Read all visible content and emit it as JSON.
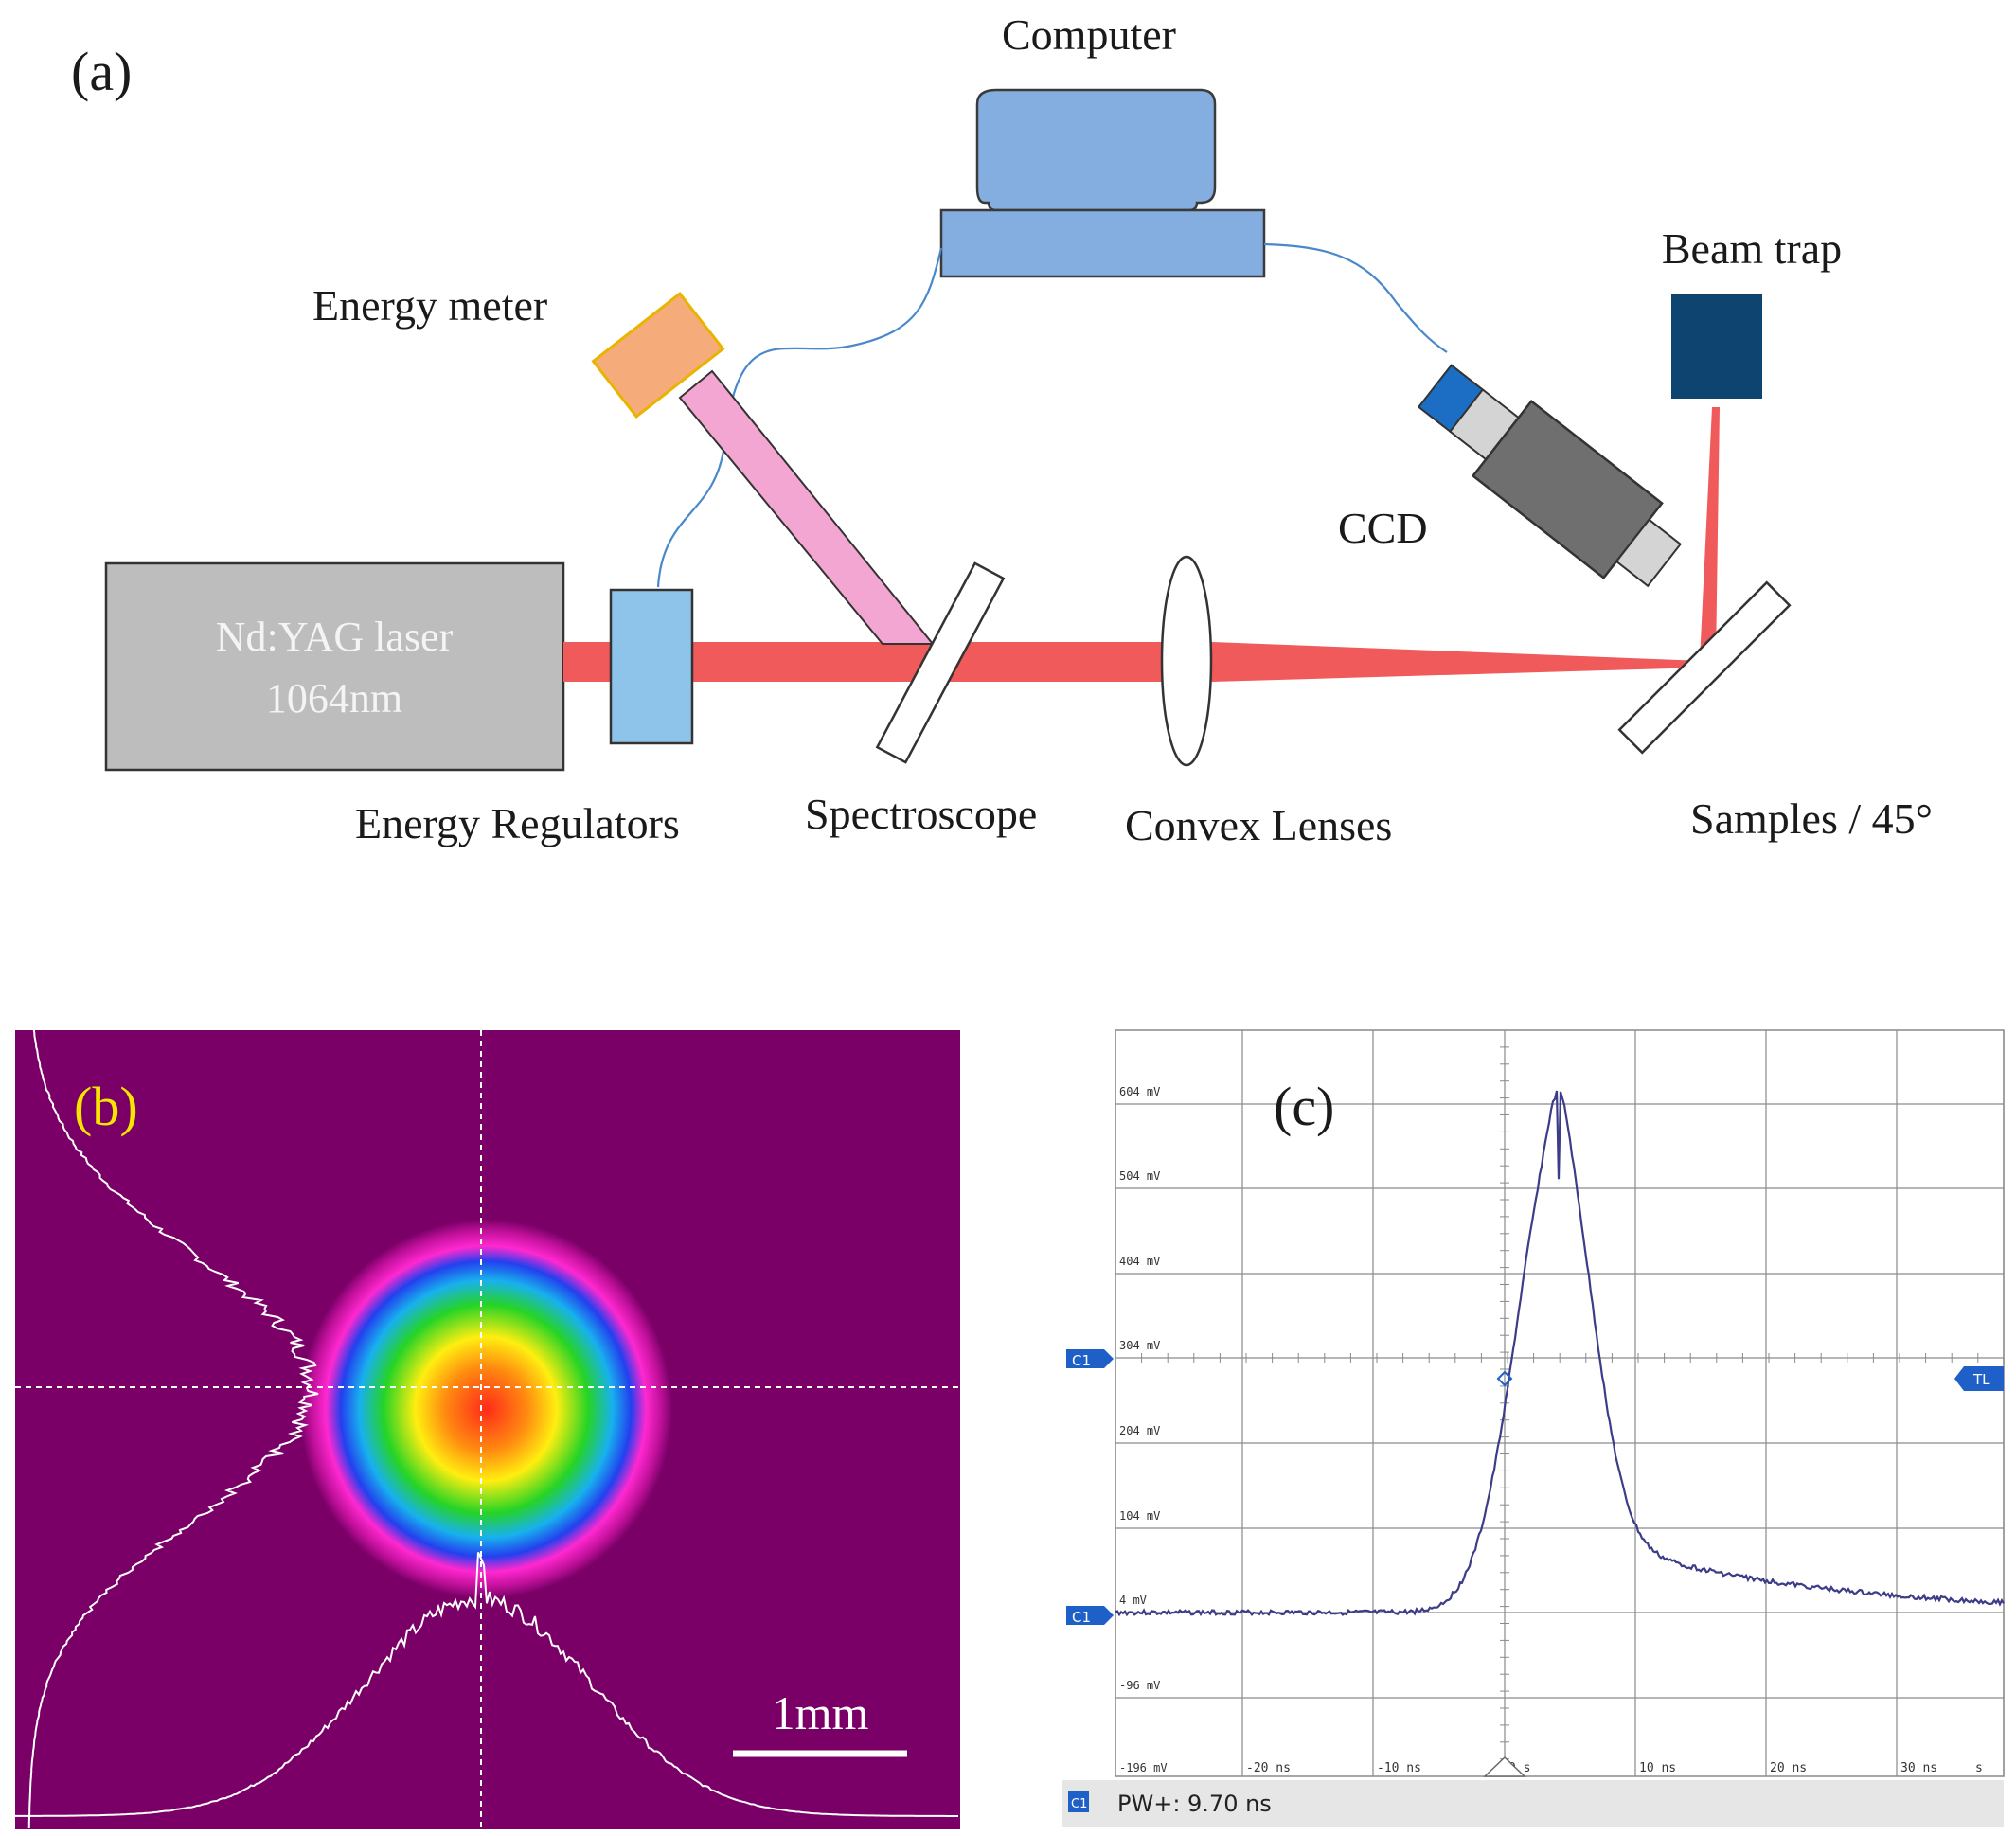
{
  "panel_a": {
    "label": "(a)",
    "computer": "Computer",
    "energy_meter": "Energy meter",
    "beam_trap": "Beam trap",
    "ccd": "CCD",
    "laser_line1": "Nd:YAG laser",
    "laser_line2": "1064nm",
    "energy_regulators": "Energy Regulators",
    "spectroscope": "Spectroscope",
    "convex_lenses": "Convex Lenses",
    "samples": "Samples / 45°"
  },
  "panel_b": {
    "label": "(b)",
    "scale_bar": "1mm",
    "colors": {
      "background": "#7a0068",
      "label": "#f7e400"
    }
  },
  "panel_c": {
    "label": "(c)",
    "y_ticks": [
      "604 mV",
      "504 mV",
      "404 mV",
      "304 mV",
      "204 mV",
      "104 mV",
      "4 mV",
      "-96 mV",
      "-196 mV"
    ],
    "x_ticks": [
      "-20 ns",
      "-10 ns",
      "0 s",
      "10 ns",
      "20 ns",
      "30 ns",
      "s"
    ],
    "channel_marker": "C1",
    "trigger_marker": "TL",
    "status_channel": "C1",
    "status_text": "PW+: 9.70 ns",
    "trace_color": "#3c3c88"
  }
}
